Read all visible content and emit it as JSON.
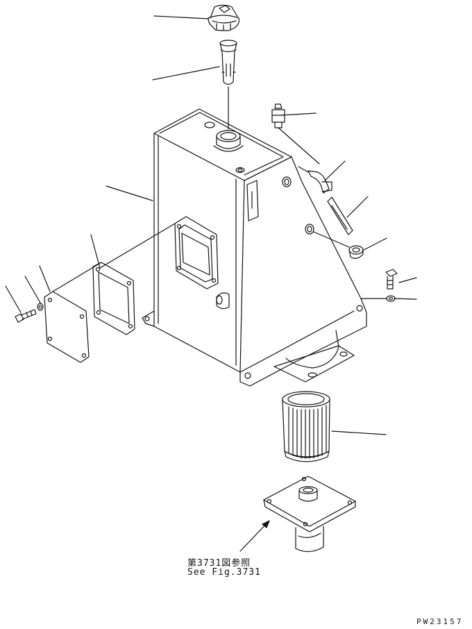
{
  "reference": {
    "japanese": "第3731図参照",
    "english": "See Fig.3731"
  },
  "drawing_number": "PW23157",
  "colors": {
    "line": "#111111",
    "background": "#ffffff"
  }
}
